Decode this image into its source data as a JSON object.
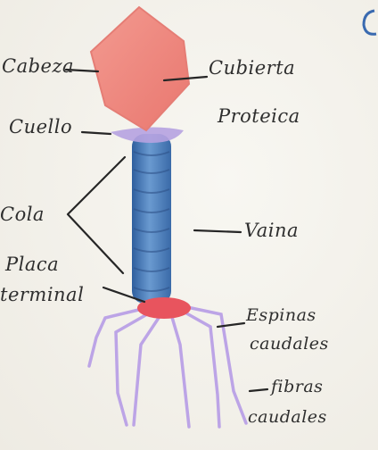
{
  "labels": {
    "cabeza": "Cabeza",
    "cuello": "Cuello",
    "cola": "Cola",
    "placa_line1": "Placa",
    "placa_line2": "terminal",
    "cubierta_line1": "Cubierta",
    "cubierta_line2": "Proteica",
    "vaina": "Vaina",
    "espinas_line1": "Espinas",
    "espinas_line2": "caudales",
    "fibras_line1": "fibras",
    "fibras_line2": "caudales"
  },
  "colors": {
    "head": "#ef8f86",
    "collar": "#b6a2e0",
    "sheath": "#5f8fc4",
    "baseplate": "#e8545e",
    "fibers": "#b79ce6",
    "ink": "#262626"
  }
}
